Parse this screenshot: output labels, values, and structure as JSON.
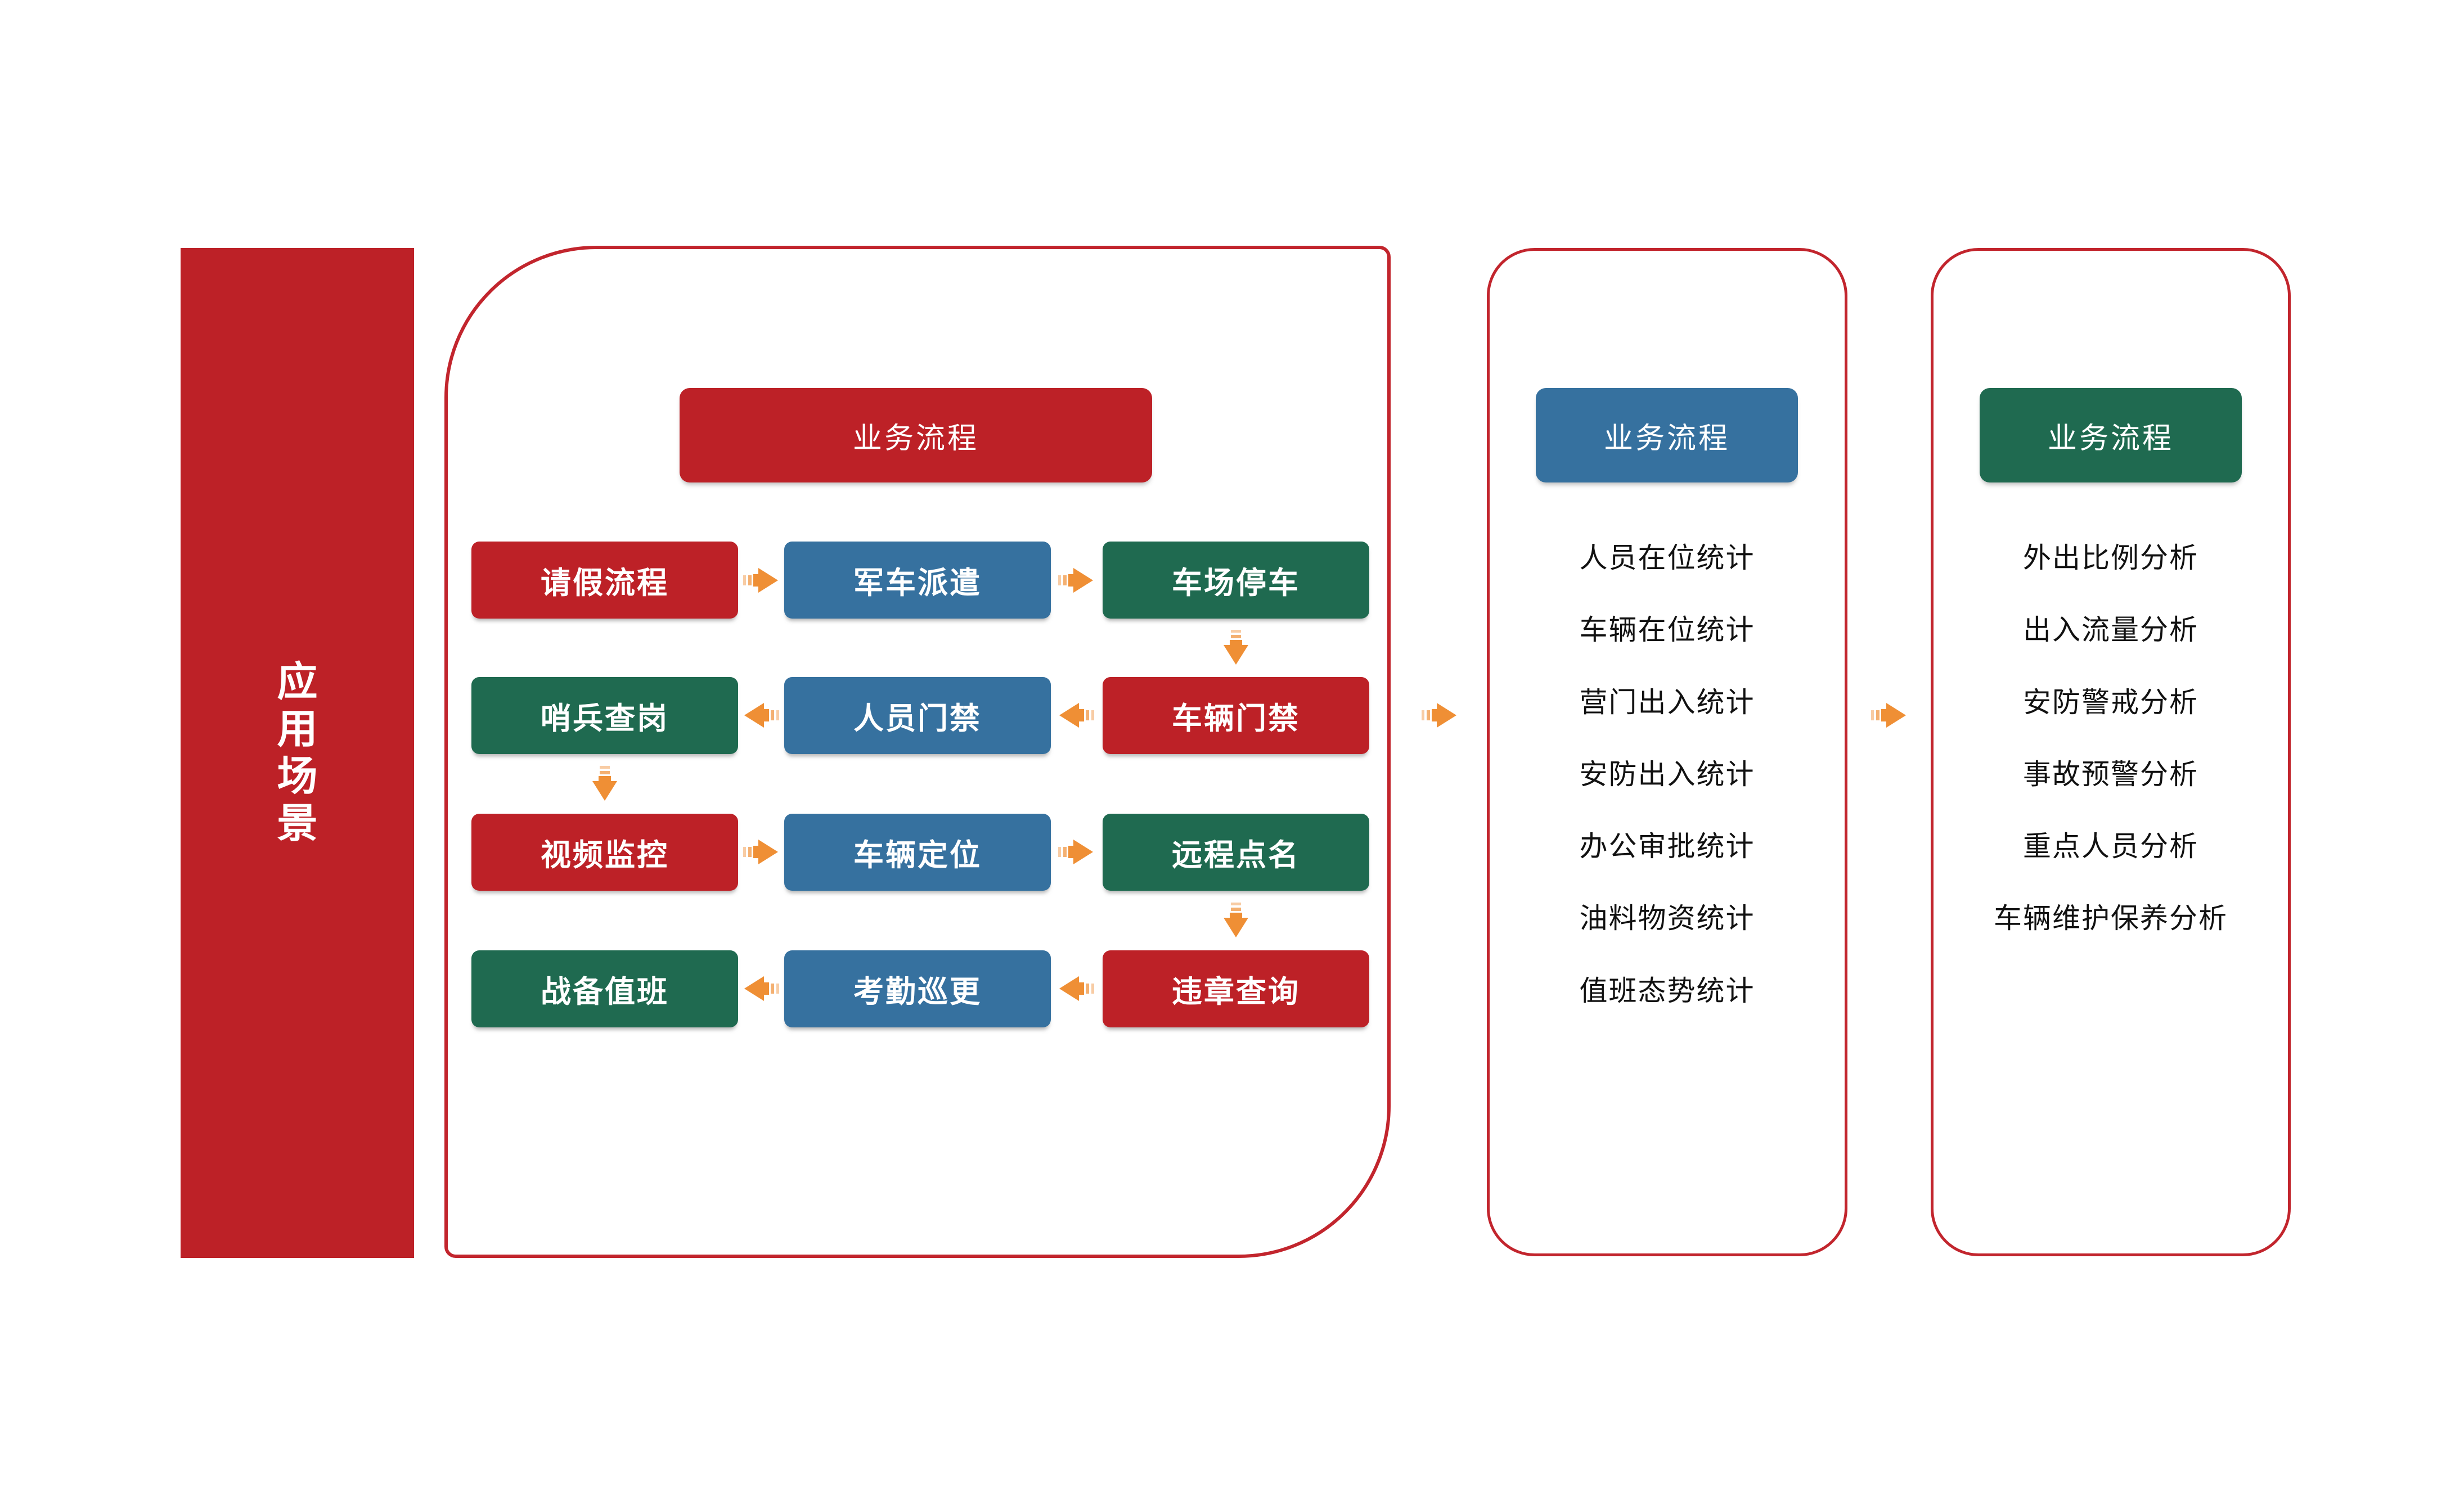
{
  "colors": {
    "red": "#BD2127",
    "blue": "#36719F",
    "green": "#1F6A50",
    "orange": "#EF8F35",
    "border": "#C2252D",
    "list_text": "#111111",
    "white": "#FFFFFF"
  },
  "left_bar": {
    "label": "应用场景",
    "chars": [
      "应",
      "用",
      "场",
      "景"
    ]
  },
  "main_panel": {
    "header": "业务流程",
    "header_color": "#BD2127",
    "rows": [
      {
        "boxes": [
          {
            "label": "请假流程",
            "color_name": "red",
            "color": "#BD2127"
          },
          {
            "label": "军车派遣",
            "color_name": "blue",
            "color": "#36719F"
          },
          {
            "label": "车场停车",
            "color_name": "green",
            "color": "#1F6A50"
          }
        ],
        "arrow_direction": "right"
      },
      {
        "boxes": [
          {
            "label": "哨兵查岗",
            "color_name": "green",
            "color": "#1F6A50"
          },
          {
            "label": "人员门禁",
            "color_name": "blue",
            "color": "#36719F"
          },
          {
            "label": "车辆门禁",
            "color_name": "red",
            "color": "#BD2127"
          }
        ],
        "arrow_direction": "left"
      },
      {
        "boxes": [
          {
            "label": "视频监控",
            "color_name": "red",
            "color": "#BD2127"
          },
          {
            "label": "车辆定位",
            "color_name": "blue",
            "color": "#36719F"
          },
          {
            "label": "远程点名",
            "color_name": "green",
            "color": "#1F6A50"
          }
        ],
        "arrow_direction": "right"
      },
      {
        "boxes": [
          {
            "label": "战备值班",
            "color_name": "green",
            "color": "#1F6A50"
          },
          {
            "label": "考勤巡更",
            "color_name": "blue",
            "color": "#36719F"
          },
          {
            "label": "违章查询",
            "color_name": "red",
            "color": "#BD2127"
          }
        ],
        "arrow_direction": "left"
      }
    ]
  },
  "stats_panel": {
    "header": "业务流程",
    "header_color": "#36719F",
    "items": [
      "人员在位统计",
      "车辆在位统计",
      "营门出入统计",
      "安防出入统计",
      "办公审批统计",
      "油料物资统计",
      "值班态势统计"
    ]
  },
  "analysis_panel": {
    "header": "业务流程",
    "header_color": "#1F6A50",
    "items": [
      "外出比例分析",
      "出入流量分析",
      "安防警戒分析",
      "事故预警分析",
      "重点人员分析",
      "车辆维护保养分析"
    ]
  }
}
